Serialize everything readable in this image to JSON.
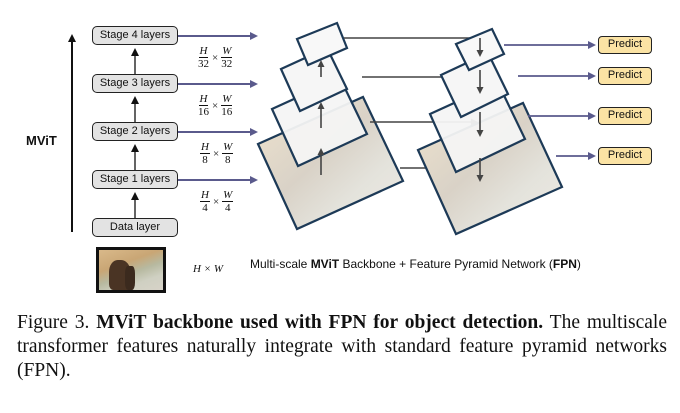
{
  "diagram": {
    "side_label": "MViT",
    "stages": [
      {
        "label": "Stage 4 layers"
      },
      {
        "label": "Stage 3 layers"
      },
      {
        "label": "Stage 2 layers"
      },
      {
        "label": "Stage 1 layers"
      },
      {
        "label": "Data layer"
      }
    ],
    "resolutions": [
      {
        "num_h": "H",
        "den_h": "32",
        "times": "×",
        "num_w": "W",
        "den_w": "32"
      },
      {
        "num_h": "H",
        "den_h": "16",
        "times": "×",
        "num_w": "W",
        "den_w": "16"
      },
      {
        "num_h": "H",
        "den_h": "8",
        "times": "×",
        "num_w": "W",
        "den_w": "8"
      },
      {
        "num_h": "H",
        "den_h": "4",
        "times": "×",
        "num_w": "W",
        "den_w": "4"
      }
    ],
    "input_size": "H × W",
    "predict_labels": [
      "Predict",
      "Predict",
      "Predict",
      "Predict"
    ],
    "subtitle": {
      "prefix": "Multi-scale ",
      "bold1": "MViT",
      "middle": " Backbone + Feature Pyramid Network (",
      "bold2": "FPN",
      "suffix": ")"
    },
    "colors": {
      "stage_fill": "#e3e3e3",
      "predict_fill": "#fbe3a4",
      "lateral_arrow": "#5a5a8c",
      "feature_border": "#1d3a57",
      "connector": "#444444"
    }
  },
  "caption": {
    "figure_label": "Figure 3.",
    "bold_title": "MViT backbone used with FPN for object detection.",
    "body": "The multiscale transformer features naturally integrate with standard feature pyramid networks (FPN)."
  }
}
